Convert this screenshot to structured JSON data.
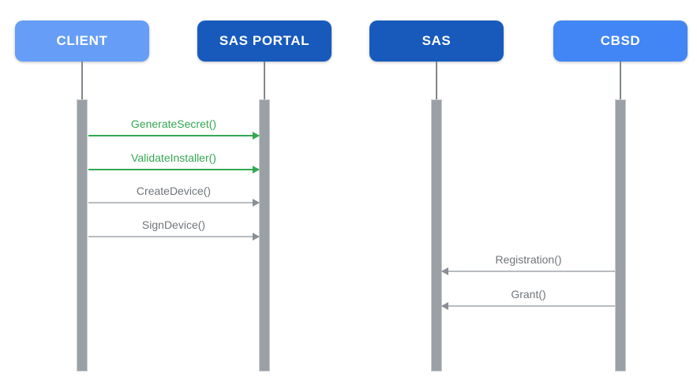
{
  "colors": {
    "light_blue": "#669DF6",
    "medium_blue": "#4285F4",
    "dark_blue": "#185ABC",
    "green": "#34A853",
    "gray_bar": "#9AA0A6",
    "gray_bar_border": "#C8CCD0",
    "gray_line": "#B8BCC1",
    "gray_head": "#898F94",
    "gray_text": "#70757A",
    "lifeline": "#80868B"
  },
  "actors": [
    {
      "label": "CLIENT",
      "color": "light_blue"
    },
    {
      "label": "SAS PORTAL",
      "color": "dark_blue"
    },
    {
      "label": "SAS",
      "color": "dark_blue"
    },
    {
      "label": "CBSD",
      "color": "medium_blue"
    }
  ],
  "messages": [
    {
      "label": "GenerateSecret()",
      "from": "CLIENT",
      "to": "SAS PORTAL",
      "direction": "right",
      "color": "green"
    },
    {
      "label": "ValidateInstaller()",
      "from": "CLIENT",
      "to": "SAS PORTAL",
      "direction": "right",
      "color": "green"
    },
    {
      "label": "CreateDevice()",
      "from": "CLIENT",
      "to": "SAS PORTAL",
      "direction": "right",
      "color": "gray"
    },
    {
      "label": "SignDevice()",
      "from": "CLIENT",
      "to": "SAS PORTAL",
      "direction": "right",
      "color": "gray"
    },
    {
      "label": "Registration()",
      "from": "CBSD",
      "to": "SAS",
      "direction": "left",
      "color": "gray"
    },
    {
      "label": "Grant()",
      "from": "CBSD",
      "to": "SAS",
      "direction": "left",
      "color": "gray"
    }
  ]
}
